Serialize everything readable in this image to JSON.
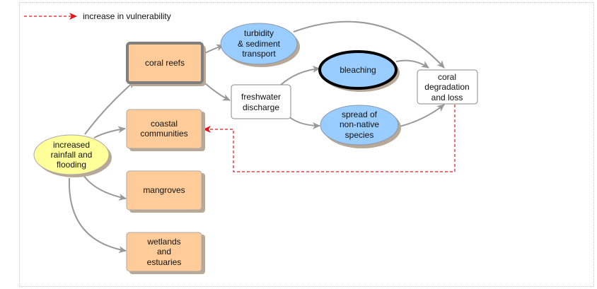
{
  "legend": {
    "label": "increase in vulnerability",
    "line_color": "#e8131a"
  },
  "colors": {
    "rect_fill": "#ffcc99",
    "ellipse_blue": "#99ccff",
    "ellipse_yellow": "#ffff99",
    "white_fill": "#ffffff",
    "edge_gray": "#999999",
    "shadow": "#b8a898",
    "dashed_red": "#e8131a"
  },
  "nodes": {
    "increased_rainfall": {
      "lines": [
        "increased",
        "rainfall and",
        "flooding"
      ],
      "shape": "ellipse"
    },
    "coral_reefs": {
      "lines": [
        "coral reefs"
      ],
      "shape": "rect",
      "emphasis": "thick-gray-border"
    },
    "coastal_communities": {
      "lines": [
        "coastal",
        "communities"
      ],
      "shape": "rect"
    },
    "mangroves": {
      "lines": [
        "mangroves"
      ],
      "shape": "rect"
    },
    "wetlands": {
      "lines": [
        "wetlands",
        "and",
        "estuaries"
      ],
      "shape": "rect"
    },
    "turbidity": {
      "lines": [
        "turbidity",
        "& sediment",
        "transport"
      ],
      "shape": "ellipse"
    },
    "freshwater": {
      "lines": [
        "freshwater",
        "discharge"
      ],
      "shape": "rect"
    },
    "bleaching": {
      "lines": [
        "bleaching"
      ],
      "shape": "ellipse",
      "emphasis": "thick-black-border"
    },
    "spread": {
      "lines": [
        "spread of",
        "non-native",
        "species"
      ],
      "shape": "ellipse"
    },
    "coral_degradation": {
      "lines": [
        "coral",
        "degradation",
        "and loss"
      ],
      "shape": "rect"
    }
  },
  "edges": [
    {
      "from": "increased_rainfall",
      "to": "coral_reefs"
    },
    {
      "from": "increased_rainfall",
      "to": "coastal_communities"
    },
    {
      "from": "increased_rainfall",
      "to": "mangroves"
    },
    {
      "from": "increased_rainfall",
      "to": "wetlands"
    },
    {
      "from": "coral_reefs",
      "to": "turbidity"
    },
    {
      "from": "coral_reefs",
      "to": "freshwater"
    },
    {
      "from": "freshwater",
      "to": "bleaching"
    },
    {
      "from": "freshwater",
      "to": "spread"
    },
    {
      "from": "turbidity",
      "to": "coral_degradation"
    },
    {
      "from": "bleaching",
      "to": "coral_degradation"
    },
    {
      "from": "spread",
      "to": "coral_degradation"
    },
    {
      "from": "coral_degradation",
      "to": "coastal_communities",
      "style": "dashed-red"
    }
  ]
}
